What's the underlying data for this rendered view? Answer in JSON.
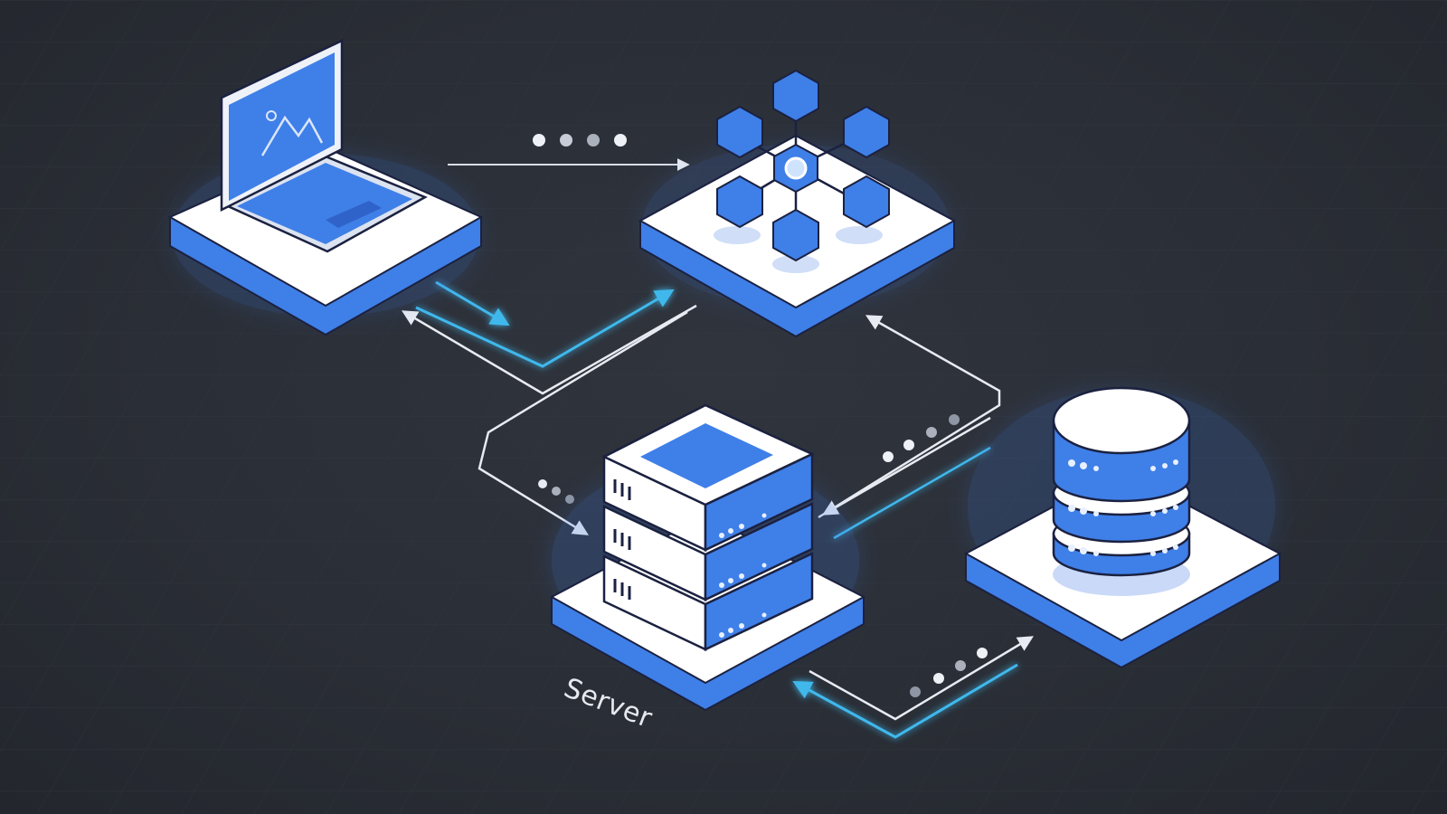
{
  "labels": {
    "server": "Server"
  },
  "nodes": [
    {
      "id": "laptop",
      "icon": "laptop-icon"
    },
    {
      "id": "network",
      "icon": "hexagon-network-icon"
    },
    {
      "id": "server",
      "icon": "server-stack-icon"
    },
    {
      "id": "database",
      "icon": "database-icon"
    }
  ],
  "colors": {
    "background": "#2b2f37",
    "accent": "#3f7fe8",
    "accent_dark": "#2f63c9",
    "cyan": "#3fb8ec",
    "platform_top": "#ffffff",
    "outline": "#1b2140"
  }
}
